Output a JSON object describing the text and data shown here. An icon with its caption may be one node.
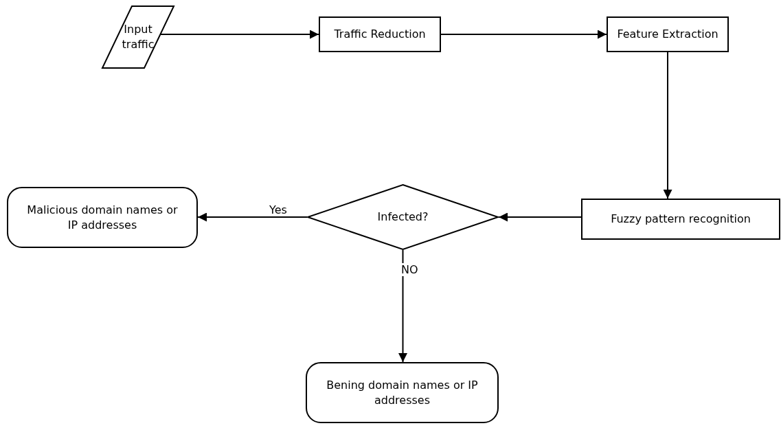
{
  "diagram": {
    "nodes": [
      {
        "text": [
          "Input traffic"
        ]
      },
      {
        "text": [
          "Traffic Reduction"
        ]
      },
      {
        "text": [
          "Feature Extraction"
        ]
      },
      {
        "text": [
          "Fuzzy pattern recognition"
        ]
      },
      {
        "text": [
          "Infected?"
        ]
      },
      {
        "text": [
          "Malicious domain names or IP addresses"
        ]
      },
      {
        "text": [
          "Bening domain names or IP addresses"
        ]
      }
    ],
    "edges": [
      {
        "from": 0,
        "to": 1,
        "arrow": "to"
      },
      {
        "from": 1,
        "to": 2,
        "arrow": "to"
      },
      {
        "from": 2,
        "to": 3,
        "arrow": "to"
      },
      {
        "from": 3,
        "to": 4,
        "arrow": "to"
      },
      {
        "from": 4,
        "to": 5,
        "arrow": "to",
        "label": "Yes"
      },
      {
        "from": 4,
        "to": 6,
        "arrow": "to",
        "label": "NO"
      }
    ]
  }
}
